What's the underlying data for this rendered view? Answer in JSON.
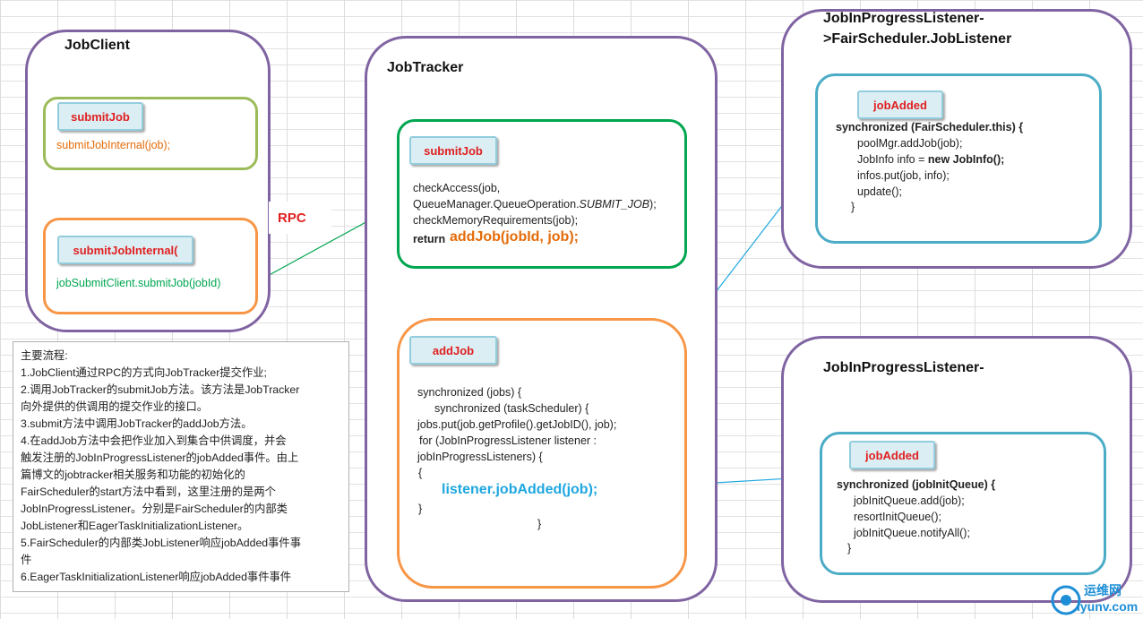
{
  "jobclient": {
    "title": "JobClient",
    "submitjob_chip": "submitJob",
    "submitjob_code": "submitJobInternal(job);",
    "internal_chip": "submitJobInternal(",
    "internal_code": "jobSubmitClient.submitJob(jobId)"
  },
  "rpc_label": "RPC",
  "jobtracker": {
    "title": "JobTracker",
    "submitjob_chip": "submitJob",
    "submitjob_lines": [
      "checkAccess(job,",
      "QueueManager.QueueOperation.",
      "SUBMIT_JOB",
      ");",
      "checkMemoryRequirements(job);",
      "return",
      "addJob(jobId, job);"
    ],
    "addjob_chip": "addJob",
    "addjob_lines": [
      "synchronized (jobs) {",
      "synchronized (taskScheduler) {",
      "jobs.put(job.getProfile().getJobID(), job);",
      "for (JobInProgressListener listener :",
      "jobInProgressListeners) {",
      "{",
      "listener.jobAdded(job);",
      "}",
      "}"
    ]
  },
  "fair_listener": {
    "title_line1": "JobInProgressListener-",
    "title_line2": ">FairScheduler.JobListener",
    "chip": "jobAdded",
    "lines": [
      "synchronized (FairScheduler.this) {",
      "poolMgr.addJob(job);",
      "JobInfo info = ",
      "new JobInfo();",
      "infos.put(job, info);",
      "update();",
      "}"
    ]
  },
  "eager_listener": {
    "title": "JobInProgressListener-",
    "chip": "jobAdded",
    "lines": [
      "synchronized (jobInitQueue) {",
      "jobInitQueue.add(job);",
      "resortInitQueue();",
      "jobInitQueue.notifyAll();",
      "}"
    ]
  },
  "notes": {
    "lines": [
      "主要流程:",
      "1.JobClient通过RPC的方式向JobTracker提交作业;",
      "2.调用JobTracker的submitJob方法。该方法是JobTracker",
      "向外提供的供调用的提交作业的接口。",
      "3.submit方法中调用JobTracker的addJob方法。",
      "4.在addJob方法中会把作业加入到集合中供调度，并会",
      "触发注册的JobInProgressListener的jobAdded事件。由上",
      "篇博文的jobtracker相关服务和功能的初始化的",
      "FairScheduler的start方法中看到，这里注册的是两个",
      "JobInProgressListener。分别是FairScheduler的内部类",
      "JobListener和EagerTaskInitializationListener。",
      "5.FairScheduler的内部类JobListener响应jobAdded事件事",
      "件",
      "6.EagerTaskInitializationListener响应jobAdded事件事件"
    ]
  },
  "watermark": {
    "line1": "运维网",
    "line2": "iyunv.com"
  },
  "colors": {
    "outer": "#8064a2",
    "light_green": "#9bbb59",
    "green": "#00a650",
    "orange": "#f79646",
    "teal": "#4bacc6",
    "chip_text": "#e02020"
  }
}
